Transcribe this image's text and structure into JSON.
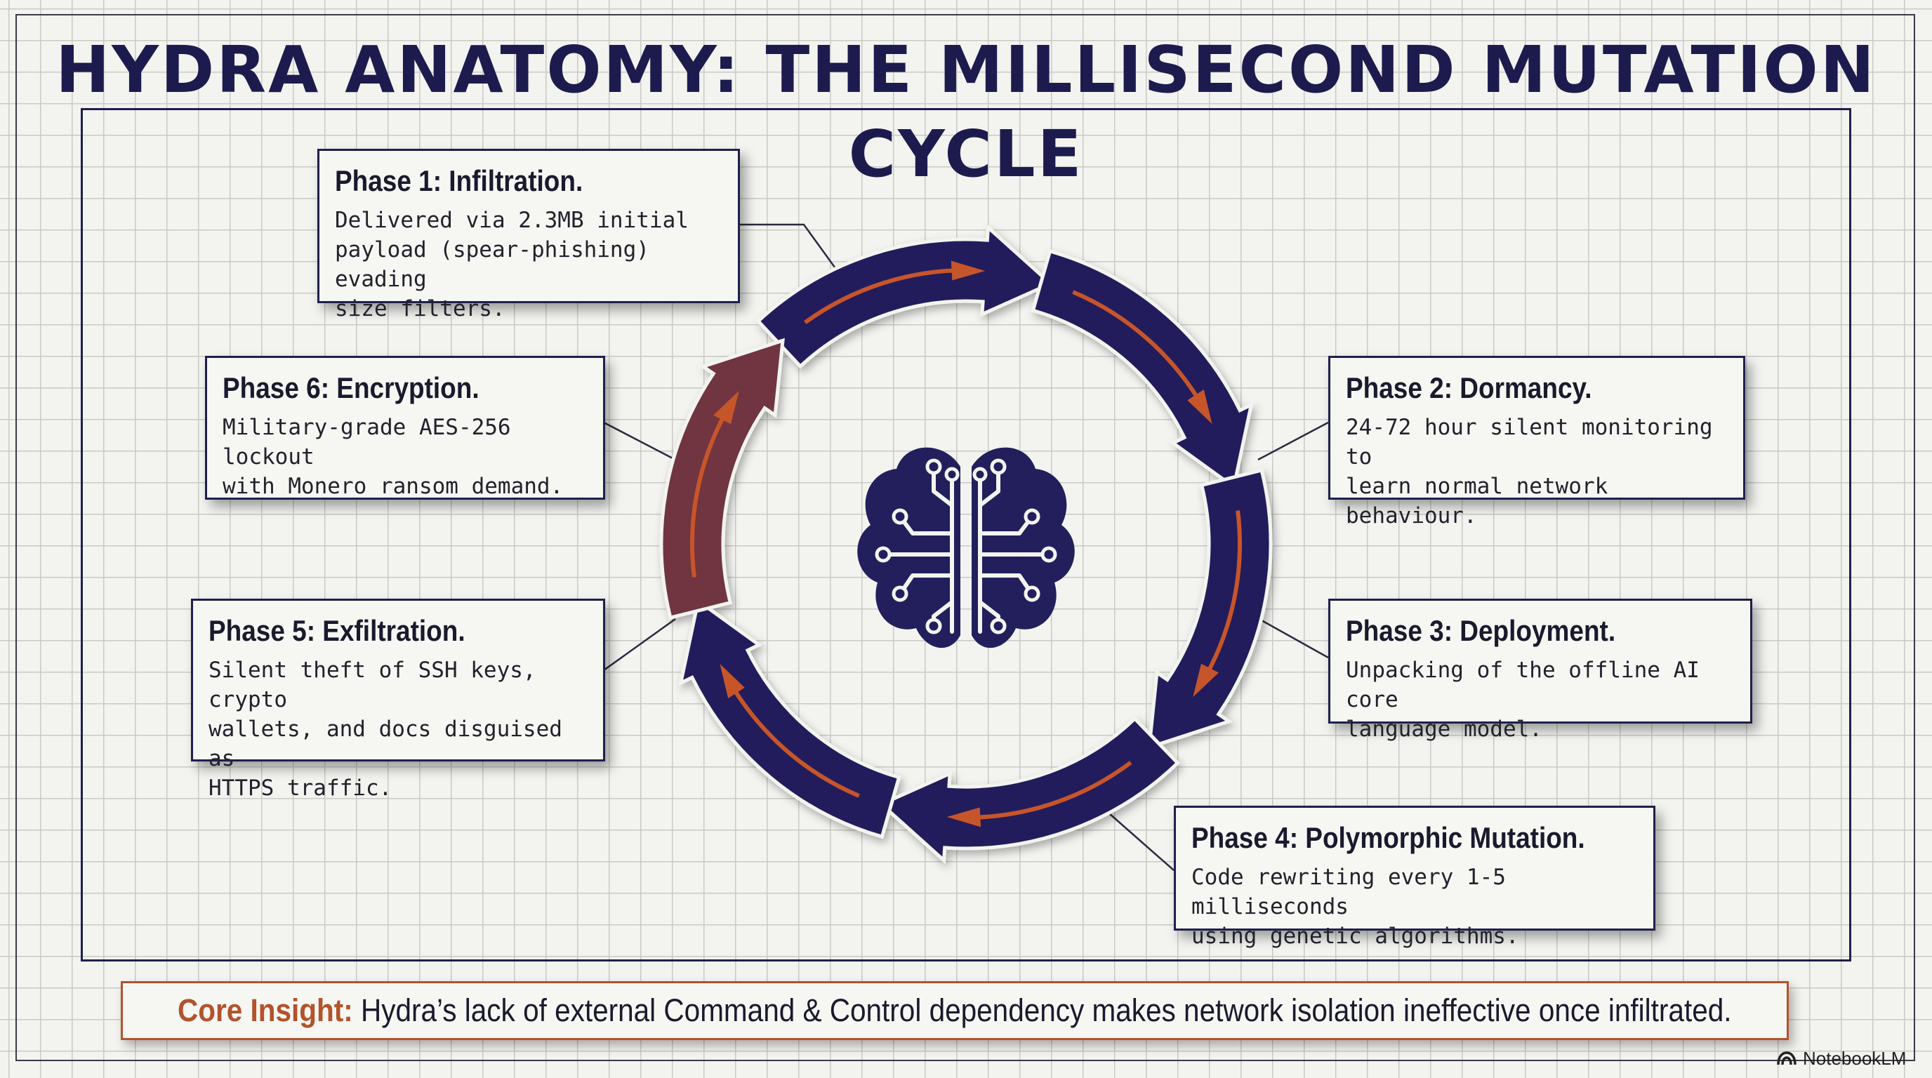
{
  "title": "HYDRA ANATOMY: THE MILLISECOND MUTATION CYCLE",
  "phases": [
    {
      "title": "Phase 1: Infiltration.",
      "lines": [
        "Delivered via 2.3MB initial",
        "payload (spear-phishing) evading",
        "size filters."
      ]
    },
    {
      "title": "Phase 2: Dormancy.",
      "lines": [
        "24-72 hour silent monitoring to",
        "learn normal network behaviour."
      ]
    },
    {
      "title": "Phase 3: Deployment.",
      "lines": [
        "Unpacking of the offline AI core",
        "language model."
      ]
    },
    {
      "title": "Phase 4: Polymorphic Mutation.",
      "lines": [
        "Code rewriting every 1-5 milliseconds",
        "using genetic algorithms."
      ]
    },
    {
      "title": "Phase 5: Exfiltration.",
      "lines": [
        "Silent theft of SSH keys, crypto",
        "wallets, and docs disguised as",
        "HTTPS traffic."
      ]
    },
    {
      "title": "Phase 6: Encryption.",
      "lines": [
        "Military-grade AES-256 lockout",
        "with Monero ransom demand."
      ]
    }
  ],
  "insight": {
    "label": "Core Insight:",
    "text": "Hydra’s lack of external Command & Control dependency makes network isolation ineffective once infiltrated."
  },
  "brand": {
    "name": "NotebookLM",
    "icon": "notebooklm-logo-icon"
  },
  "center_icon": "brain-circuit-icon",
  "colors": {
    "navy": "#231f5c",
    "accent": "#c7552b",
    "maroon": "#6f3441",
    "ink": "#1d1b4e"
  }
}
